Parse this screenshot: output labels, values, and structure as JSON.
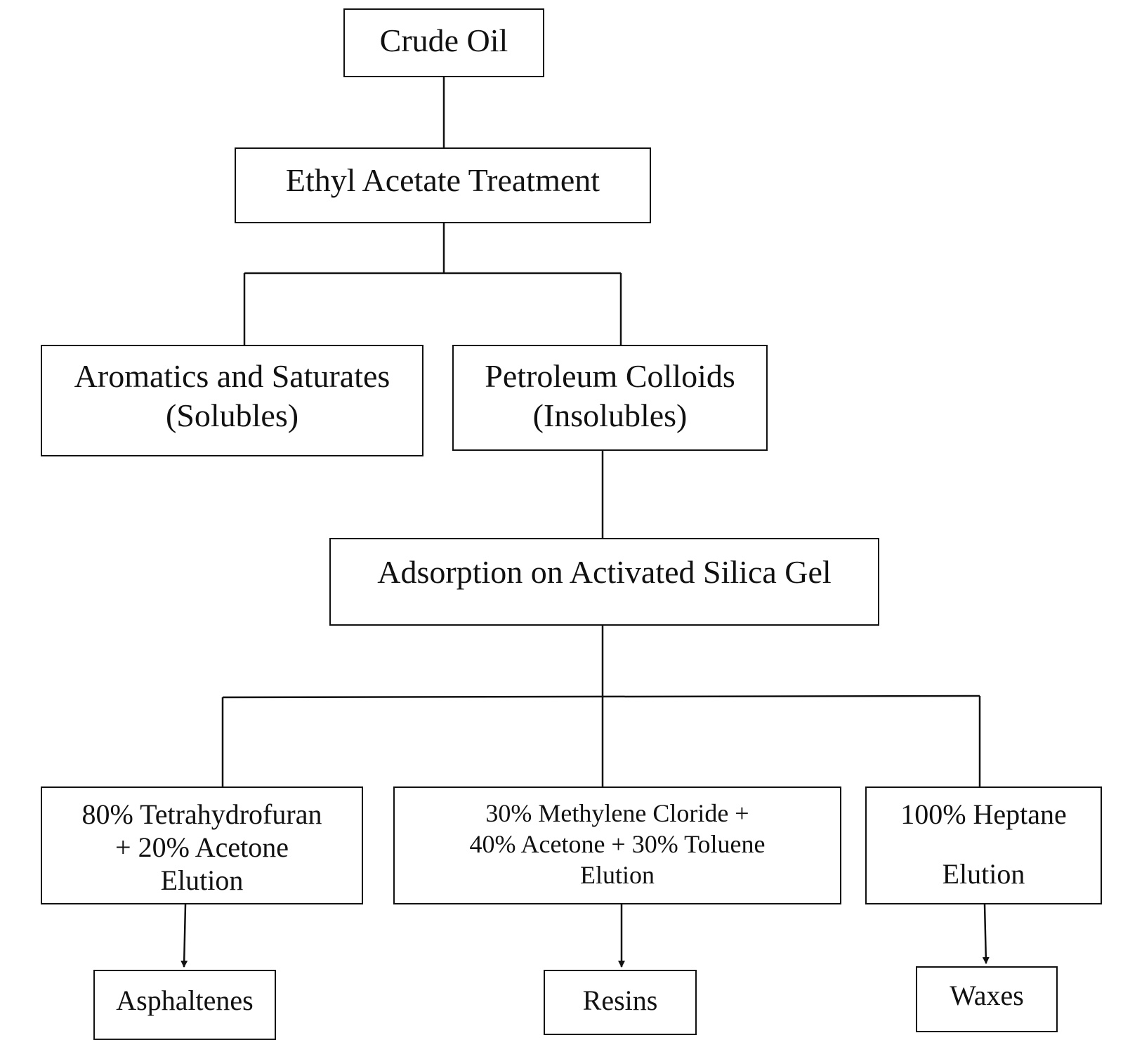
{
  "diagram": {
    "crude_oil": {
      "line1": "Crude Oil"
    },
    "ethyl_acetate": {
      "line1": "Ethyl Acetate Treatment"
    },
    "solubles": {
      "line1": "Aromatics and Saturates",
      "line2": "(Solubles)"
    },
    "colloids": {
      "line1": "Petroleum Colloids",
      "line2": "(Insolubles)"
    },
    "adsorption": {
      "line1": "Adsorption on Activated Silica Gel"
    },
    "thf_elution": {
      "line1": "80% Tetrahydrofuran",
      "line2": "+  20% Acetone",
      "line3": "Elution"
    },
    "mc_elution": {
      "line1": "30% Methylene Cloride +",
      "line2": "40% Acetone + 30% Toluene",
      "line3": "Elution"
    },
    "heptane_elution": {
      "line1": "100% Heptane",
      "line2": "Elution"
    },
    "asphaltenes": {
      "line1": "Asphaltenes"
    },
    "resins": {
      "line1": "Resins"
    },
    "waxes": {
      "line1": "Waxes"
    }
  },
  "colors": {
    "stroke": "#111111",
    "background": "#ffffff"
  }
}
